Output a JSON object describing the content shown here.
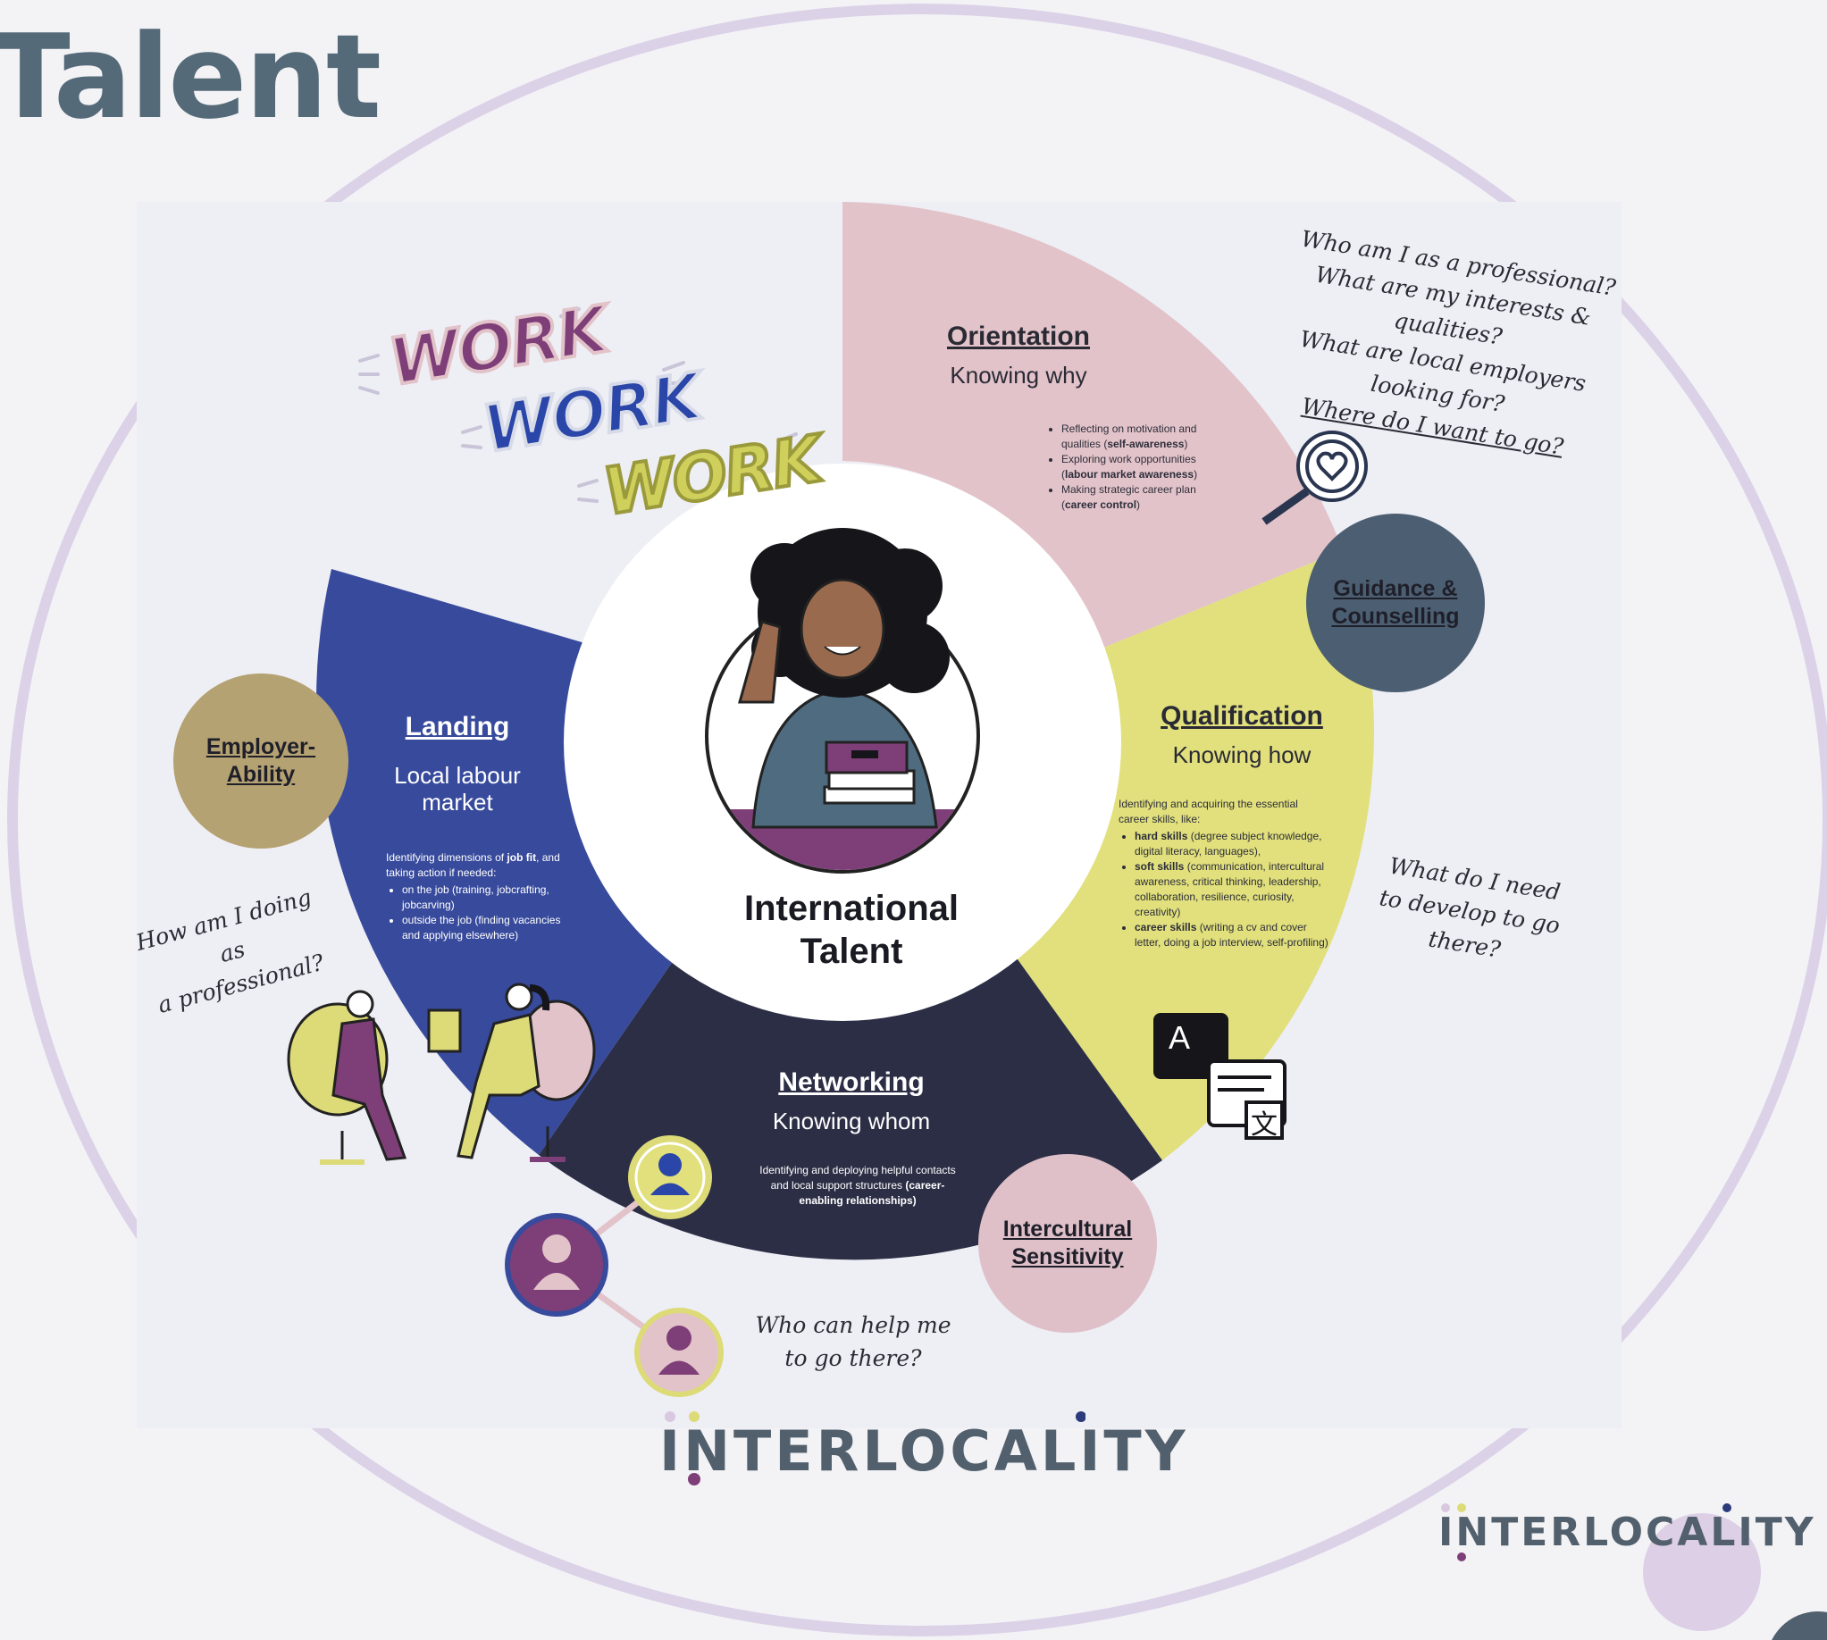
{
  "slide": {
    "title_fragment": "Talent"
  },
  "colors": {
    "orientation": "#e2c3c9",
    "qualification": "#e1e07c",
    "networking": "#2b2e45",
    "landing": "#374a9c",
    "guidance": "#4c5f72",
    "employer": "#b5a272",
    "intercultural": "#dfc0c8",
    "ring": "#dcd2e8"
  },
  "diagram": {
    "center": {
      "label_line1": "International",
      "label_line2": "Talent"
    },
    "segments": {
      "orientation": {
        "title": "Orientation",
        "subtitle": "Knowing why",
        "b1": "Reflecting on motivation and qualities (",
        "b1b": "self-awareness",
        "b1c": ")",
        "b2": "Exploring work opportunities (",
        "b2b": "labour market awareness",
        "b2c": ")",
        "b3": "Making strategic career plan (",
        "b3b": "career control",
        "b3c": ")"
      },
      "qualification": {
        "title": "Qualification",
        "subtitle": "Knowing how",
        "intro": "Identifying and acquiring the essential career skills, like:",
        "b1b": "hard skills",
        "b1": " (degree subject knowledge, digital literacy, languages),",
        "b2b": "soft skills",
        "b2": " (communication, intercultural awareness, critical thinking, leadership, collaboration, resilience, curiosity, creativity)",
        "b3b": "career skills",
        "b3": " (writing a cv and cover letter, doing a job interview, self-profiling)"
      },
      "networking": {
        "title": "Networking",
        "subtitle": "Knowing whom",
        "desc": "Identifying and deploying helpful contacts and local support structures",
        "descb": "(career-enabling relationships)"
      },
      "landing": {
        "title": "Landing",
        "subtitle_line1": "Local labour",
        "subtitle_line2": "market",
        "intro": "Identifying dimensions of ",
        "introb": "job fit",
        "intro2": ", and taking action if needed:",
        "b1": "on the job (training, jobcrafting, jobcarving)",
        "b2": "outside the job (finding vacancies and applying elsewhere)"
      }
    },
    "circles": {
      "guidance_line1": "Guidance &",
      "guidance_line2": "Counselling",
      "employer_line1": "Employer-",
      "employer_line2": "Ability",
      "intercultural_line1": "Intercultural",
      "intercultural_line2": "Sensitivity"
    },
    "questions": {
      "q1_l1": "Who am I as a professional?",
      "q1_l2": "What are my interests & qualities?",
      "q1_l3": "What are local employers looking for?",
      "q1_l4": "Where do I want to go?",
      "q2_l1": "What do I need",
      "q2_l2": "to develop to go",
      "q2_l3": "there?",
      "q3_l1": "How am I doing as",
      "q3_l2": "a professional?",
      "q4_l1": "Who can help me",
      "q4_l2": "to go there?"
    },
    "work_words": [
      "WORK",
      "WORK",
      "WORK"
    ]
  },
  "logos": {
    "main": "INTERLOCALITY",
    "corner": "INTERLOCALITY"
  }
}
